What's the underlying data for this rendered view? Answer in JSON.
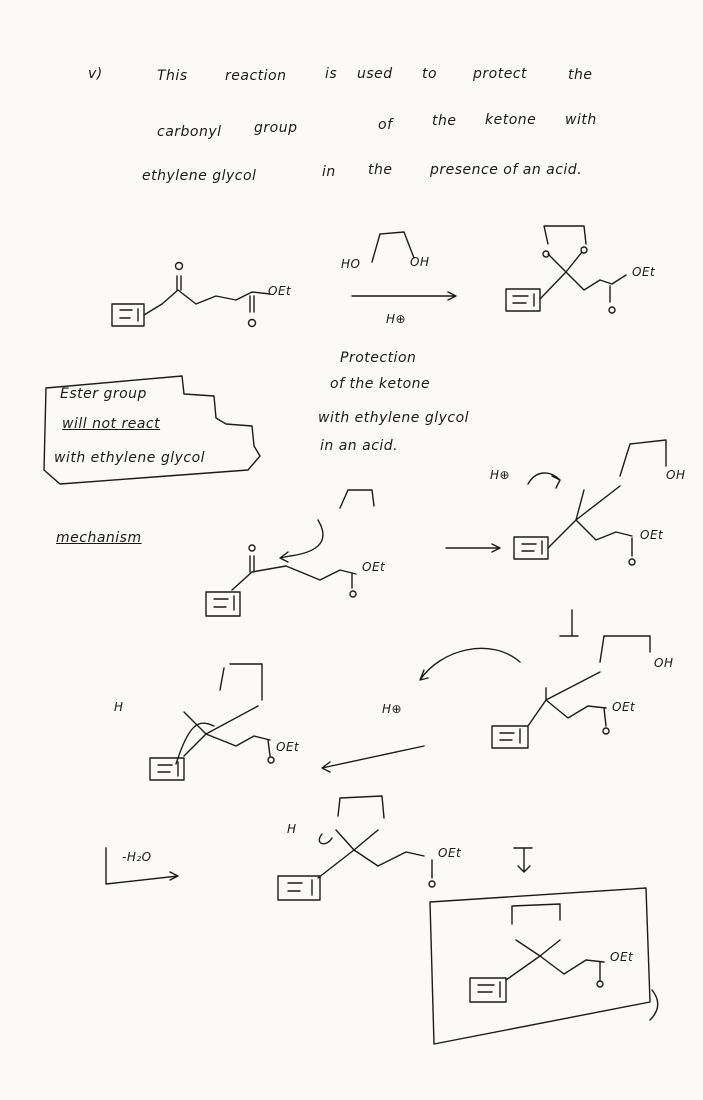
{
  "intro": {
    "number": "v)",
    "line1": [
      "This",
      "reaction",
      "is",
      "used",
      "to",
      "protect",
      "the"
    ],
    "line2": [
      "carbonyl",
      "group",
      "of",
      "the",
      "ketone",
      "with"
    ],
    "line3": [
      "ethylene glycol",
      "in",
      "the",
      "presence of an acid."
    ]
  },
  "reaction": {
    "reagent_ho": "HO",
    "reagent_oh": "OH",
    "catalyst": "H⊕",
    "oet": "OEt",
    "note": [
      "Protection",
      "of the ketone",
      "with ethylene glycol",
      "in an acid."
    ]
  },
  "ester_box": [
    "Ester group",
    "will not react",
    "with ethylene glycol"
  ],
  "mechanism": {
    "label": "mechanism",
    "water_loss": "-H₂O",
    "oet": "OEt",
    "oh": "OH",
    "h_plus": "H⊕",
    "h": "H"
  }
}
